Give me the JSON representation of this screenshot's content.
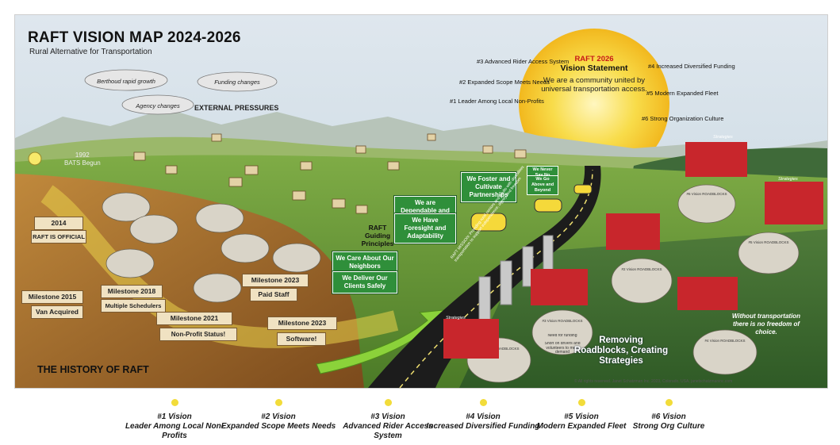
{
  "title": "RAFT VISION MAP 2024-2026",
  "subtitle": "Rural Alternative for Transportation",
  "external_pressures": {
    "label": "EXTERNAL PRESSURES",
    "clouds": [
      "Berthoud rapid growth",
      "Agency changes",
      "Funding changes"
    ]
  },
  "vision_statement": {
    "org": "RAFT 2026",
    "title": "Vision Statement",
    "text": "We are a community united by universal transportation access."
  },
  "sun_visions": [
    "#1 Leader Among Local Non-Profits",
    "#2 Expanded Scope Meets Needs",
    "#3 Advanced Rider Access System",
    "#4 Increased Diversified Funding",
    "#5 Modern Expanded Fleet",
    "#6 Strong Organization Culture"
  ],
  "origin": {
    "year": "1992",
    "text": "BATS Begun"
  },
  "history": {
    "label": "THE HISTORY OF RAFT",
    "signs": [
      "2014",
      "RAFT IS OFFICIAL",
      "Milestone 2015",
      "Van Acquired",
      "Milestone 2018",
      "Multiple Schedulers",
      "Milestone 2021",
      "Non-Profit Status!",
      "Milestone 2023",
      "Paid Staff",
      "Milestone 2023",
      "Software!"
    ]
  },
  "guiding_principles": {
    "label": "RAFT Guiding Principles",
    "signs": [
      "We Care About Our Neighbors",
      "We Deliver Our Clients Safely",
      "We are Dependable and Responsible",
      "We Have Foresight and Adaptability",
      "We Foster and Cultivate Partnerships",
      "We Never Say No",
      "We Go Above and Beyond"
    ]
  },
  "mission": "RAFT MISSION: Providing rural seniors and adults with disabilities transportation to support independence, dignity and freedom",
  "roadblocks": {
    "rock_label": "ROADBLOCKS",
    "rocks": [
      "#1 Vision ROADBLOCKS",
      "#2 Vision ROADBLOCKS",
      "#3 Vision ROADBLOCKS",
      "#4 Vision ROADBLOCKS",
      "#5 Vision ROADBLOCKS",
      "#6 Vision ROADBLOCKS"
    ],
    "strategies_label": "Strategies",
    "caption": "Removing Roadblocks, Creating Strategies",
    "quote": "Without transportation there is no freedom of choice."
  },
  "roadblock_notes": [
    "Need for funding",
    "Short on drivers and volunteers to meet demand"
  ],
  "copyright": "© All rights reserved. Janet Schatzman Inc. 2023, Colorado, USA, janetschatzmaninc.com",
  "visions_legend": [
    {
      "num": "#1 Vision",
      "text": "Leader Among Local Non-Profits"
    },
    {
      "num": "#2 Vision",
      "text": "Expanded Scope Meets Needs"
    },
    {
      "num": "#3 Vision",
      "text": "Advanced Rider Access System"
    },
    {
      "num": "#4 Vision",
      "text": "Increased Diversified Funding"
    },
    {
      "num": "#5 Vision",
      "text": "Modern Expanded Fleet"
    },
    {
      "num": "#6 Vision",
      "text": "Strong Org Culture"
    }
  ],
  "colors": {
    "sky": "#c9d9e4",
    "mountains": "#b5c2b8",
    "hills": "#8dac54",
    "field": "#6c9a3c",
    "history_ground": "#a46a2a",
    "road": "#1c1c1c",
    "sun": "#f6d23a",
    "sign_green": "#2f8f3a",
    "flag_red": "#c8262c",
    "legend_dot": "#f2dc3a",
    "frame_bg": "#ffffff"
  }
}
